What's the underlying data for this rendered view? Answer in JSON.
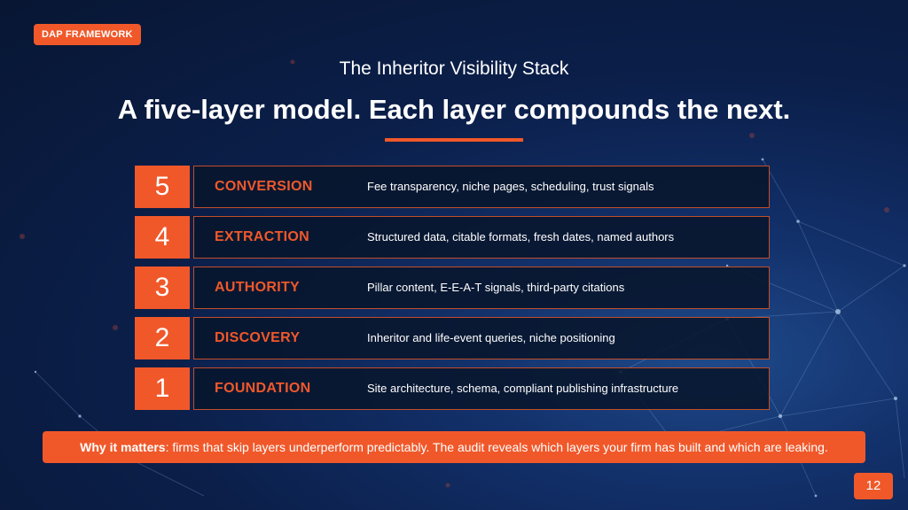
{
  "tag": "DAP FRAMEWORK",
  "subtitle": "The Inheritor Visibility Stack",
  "title": "A five-layer model. Each layer compounds the next.",
  "layers": [
    {
      "number": "5",
      "name": "CONVERSION",
      "description": "Fee transparency, niche pages, scheduling, trust signals"
    },
    {
      "number": "4",
      "name": "EXTRACTION",
      "description": "Structured data, citable formats, fresh dates, named authors"
    },
    {
      "number": "3",
      "name": "AUTHORITY",
      "description": "Pillar content, E-E-A-T signals, third-party citations"
    },
    {
      "number": "2",
      "name": "DISCOVERY",
      "description": "Inheritor and life-event queries, niche positioning"
    },
    {
      "number": "1",
      "name": "FOUNDATION",
      "description": "Site architecture, schema, compliant publishing infrastructure"
    }
  ],
  "callout": {
    "lead": "Why it matters",
    "text": ": firms that skip layers underperform predictably. The audit reveals which layers your firm has built and which are leaking."
  },
  "page_number": "12",
  "colors": {
    "accent": "#f0582a",
    "background": "#0b1f4a",
    "layer_fill": "#08162c"
  }
}
